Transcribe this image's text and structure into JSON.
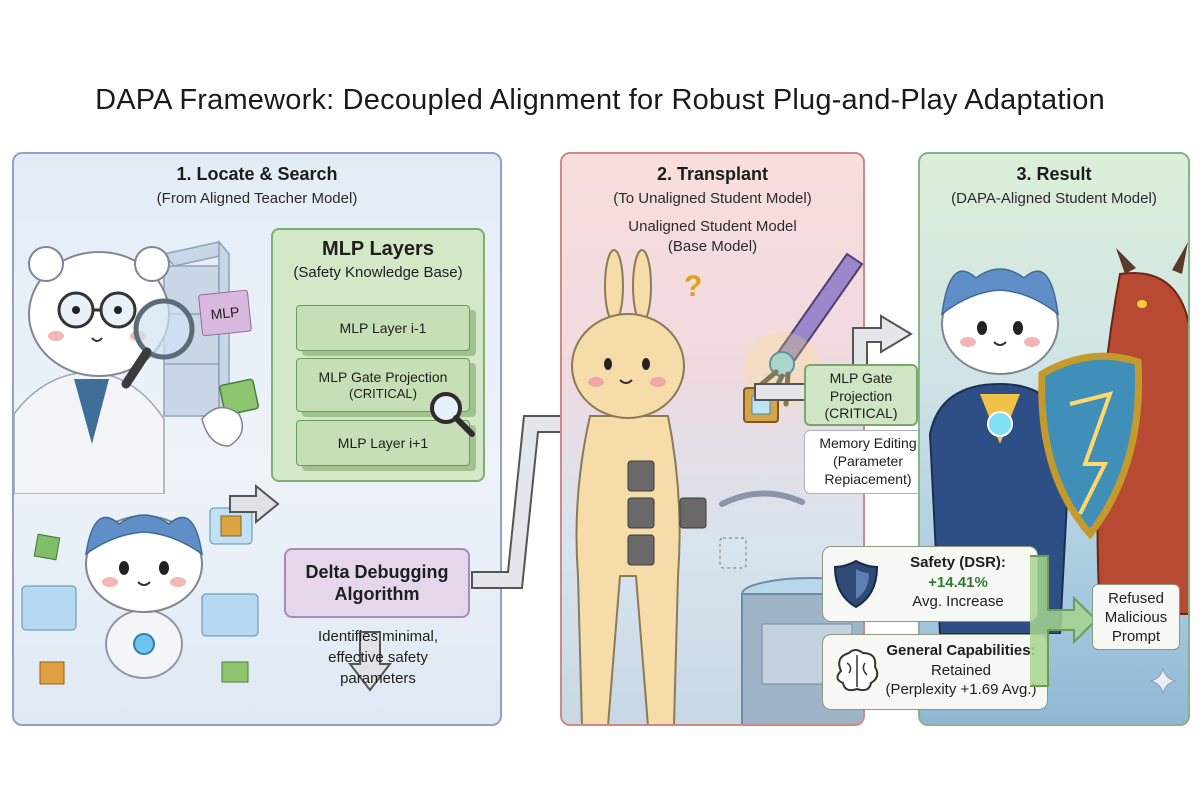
{
  "title": "DAPA Framework: Decoupled Alignment for Robust Plug-and-Play Adaptation",
  "panel1": {
    "title": "1. Locate & Search",
    "subtitle": "(From Aligned Teacher Model)",
    "mlp_tag": "MLP",
    "mlp_box": {
      "title": "MLP Layers",
      "subtitle": "(Safety Knowledge Base)",
      "layers": [
        "MLP Layer i-1",
        "MLP Gate Projection",
        "MLP Layer i+1"
      ],
      "critical": "(CRITICAL)"
    },
    "delta": {
      "line1": "Delta Debugging",
      "line2": "Algorithm"
    },
    "desc": [
      "Identifies minimal,",
      "effective safety",
      "parameters"
    ]
  },
  "panel2": {
    "title": "2. Transplant",
    "subtitle": "(To Unaligned Student Model)",
    "student_line1": "Unaligned Student Model",
    "student_line2": "(Base Model)",
    "question_mark": "?"
  },
  "transplant": {
    "gate_line1": "MLP Gate",
    "gate_line2": "Projection",
    "gate_line3": "(CRITICAL)",
    "mem_line1": "Memory Editing",
    "mem_line2": "(Parameter",
    "mem_line3": "Repiacement)"
  },
  "panel3": {
    "title": "3. Result",
    "subtitle": "(DAPA-Aligned Student Model)",
    "safety": {
      "label": "Safety (DSR):",
      "value": "+14.41%",
      "note": "Avg. Increase"
    },
    "general": {
      "label": "General Capabilities:",
      "value": "Retained",
      "note": "(Perplexity +1.69 Avg.)"
    },
    "refused": [
      "Refused",
      "Malicious",
      "Prompt"
    ]
  },
  "icons": [
    "magnifier-icon",
    "shield-icon",
    "brain-icon",
    "robot-arm-icon",
    "cube-icon"
  ],
  "colors": {
    "panel1": "#e3ecf6",
    "panel2": "#f8dedd",
    "panel3": "#dcefd9",
    "mlp_green": "#d4e7c7",
    "delta_purple": "#e5d6ec",
    "safety_green": "#2f7d32"
  }
}
